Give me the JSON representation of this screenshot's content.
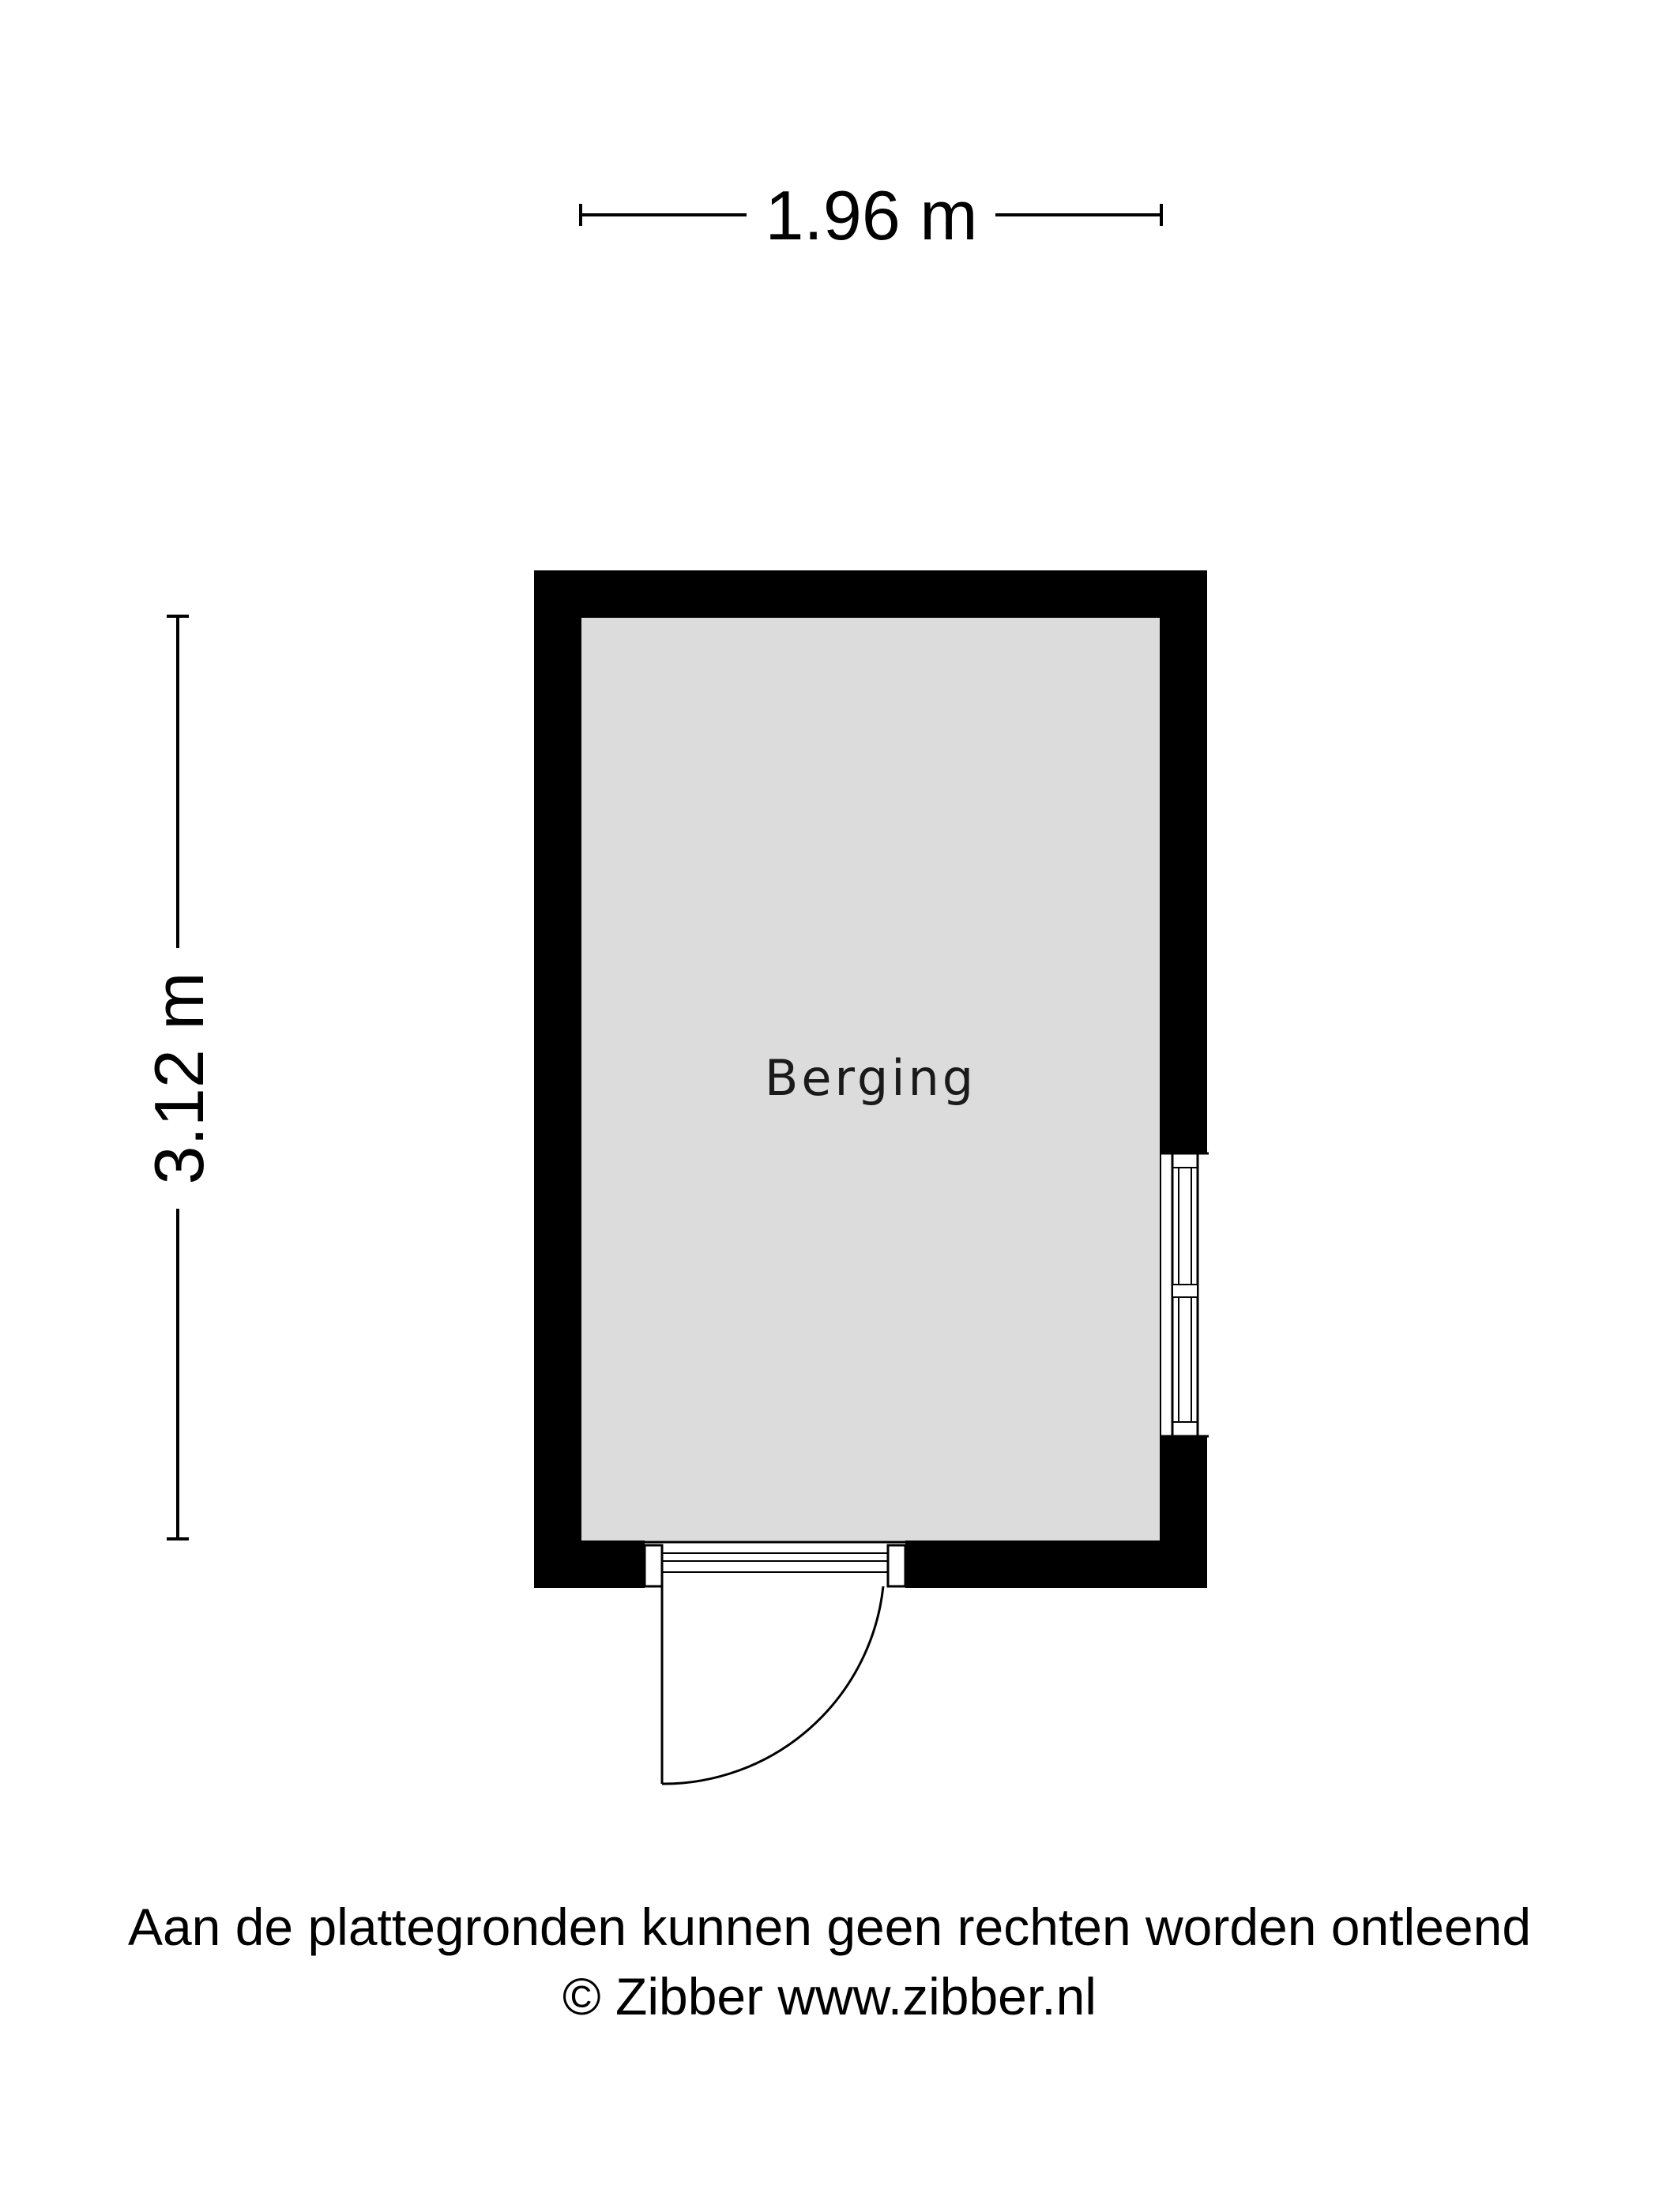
{
  "dimensions": {
    "width_label": "1.96 m",
    "height_label": "3.12 m"
  },
  "room": {
    "label": "Berging"
  },
  "footer": {
    "disclaimer": "Aan de plattegronden kunnen geen rechten worden ontleend",
    "copyright": "© Zibber www.zibber.nl"
  },
  "colors": {
    "wall": "#000000",
    "floor": "#dcdcdc",
    "background": "#ffffff"
  }
}
